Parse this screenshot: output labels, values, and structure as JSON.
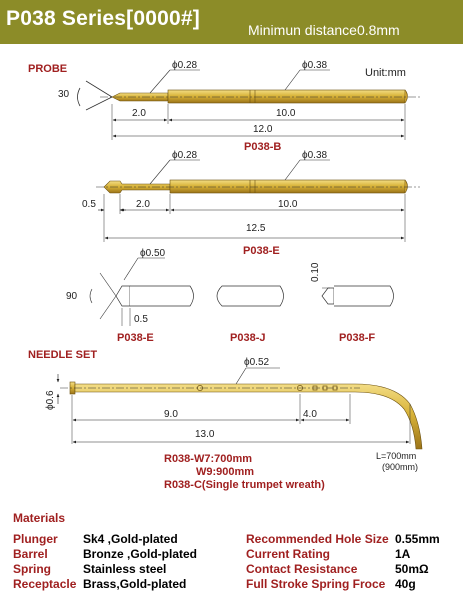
{
  "header": {
    "title": "P038 Series[0000#]",
    "min_distance": "Minimun distance0.8mm"
  },
  "drawing": {
    "probe_label": "PROBE",
    "unit": "Unit:mm",
    "angle_30": "30",
    "b_phi_tip": "ϕ0.28",
    "b_phi_body": "ϕ0.38",
    "b_dim_2": "2.0",
    "b_dim_10": "10.0",
    "b_dim_12": "12.0",
    "b_name": "P038-B",
    "e_phi_tip": "ϕ0.28",
    "e_phi_body": "ϕ0.38",
    "e_dim_05": "0.5",
    "e_dim_2": "2.0",
    "e_dim_10": "10.0",
    "e_dim_125": "12.5",
    "e_name": "P038-E",
    "d_phi": "ϕ0.50",
    "d_angle": "90",
    "d_dim": "0.5",
    "d_dim_010": "0.10",
    "detail_e": "P038-E",
    "detail_j": "P038-J",
    "detail_f": "P038-F",
    "needle_label": "NEEDLE SET",
    "n_phi": "ϕ0.52",
    "n_dim_06": "ϕ0.6",
    "n_dim_9": "9.0",
    "n_dim_4": "4.0",
    "n_dim_13": "13.0",
    "n_l1": "L=700mm",
    "n_l2": "(900mm)",
    "r_line1": "R038-W7:700mm",
    "r_line2": "W9:900mm",
    "r_line3": "R038-C(Single  trumpet wreath)"
  },
  "materials": {
    "heading": "Materials",
    "left": [
      {
        "label": "Plunger",
        "value": "Sk4 ,Gold-plated"
      },
      {
        "label": "Barrel",
        "value": "Bronze ,Gold-plated"
      },
      {
        "label": "Spring",
        "value": "Stainless steel"
      },
      {
        "label": "Receptacle",
        "value": "Brass,Gold-plated"
      }
    ],
    "right": [
      {
        "label": "Recommended Hole Size",
        "value": "0.55mm"
      },
      {
        "label": "Current Rating",
        "value": "1A"
      },
      {
        "label": "Contact Resistance",
        "value": "50mΩ"
      },
      {
        "label": "Full Stroke Spring Froce",
        "value": "40g"
      }
    ]
  },
  "colors": {
    "header_bg": "#8c8c28",
    "gold": "#d9b43a",
    "label_red": "#a02020"
  }
}
